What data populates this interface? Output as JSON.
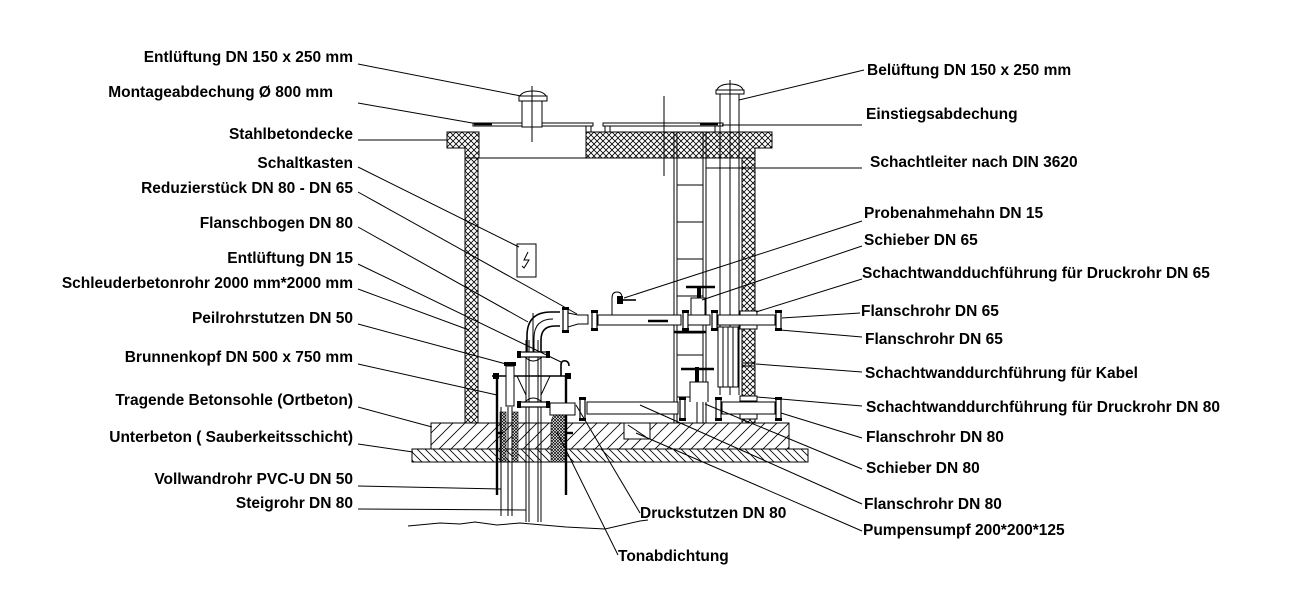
{
  "drawing": {
    "title": "Brunnenschacht – Schnitt",
    "labels_left": [
      {
        "id": "entlueftung-150",
        "text": "Entlüftung DN 150 x 250 mm"
      },
      {
        "id": "montageabdeckung",
        "text": "Montageabdechung Ø 800 mm"
      },
      {
        "id": "stahlbetondecke",
        "text": "Stahlbetondecke"
      },
      {
        "id": "schaltkasten",
        "text": "Schaltkasten"
      },
      {
        "id": "reduzierstueck",
        "text": "Reduzierstück DN 80 - DN 65"
      },
      {
        "id": "flanschbogen",
        "text": "Flanschbogen DN 80"
      },
      {
        "id": "entlueftung-15",
        "text": "Entlüftung DN 15"
      },
      {
        "id": "schleuderbetonrohr",
        "text": "Schleuderbetonrohr 2000 mm*2000 mm"
      },
      {
        "id": "peilrohrstutzen",
        "text": "Peilrohrstutzen DN 50"
      },
      {
        "id": "brunnenkopf",
        "text": "Brunnenkopf  DN 500 x 750 mm"
      },
      {
        "id": "betonsohle",
        "text": "Tragende Betonsohle (Ortbeton)"
      },
      {
        "id": "unterbeton",
        "text": "Unterbeton ( Sauberkeitsschicht)"
      },
      {
        "id": "vollwandrohr",
        "text": "Vollwandrohr PVC-U DN 50"
      },
      {
        "id": "steigrohr",
        "text": "Steigrohr DN 80"
      }
    ],
    "labels_right": [
      {
        "id": "belueftung",
        "text": "Belüftung DN 150 x 250 mm"
      },
      {
        "id": "einstiegsabdeckung",
        "text": "Einstiegsabdechung"
      },
      {
        "id": "schachtleiter",
        "text": "Schachtleiter nach DIN 3620"
      },
      {
        "id": "probenahmehahn",
        "text": "Probenahmehahn DN 15"
      },
      {
        "id": "schieber-65",
        "text": "Schieber DN 65"
      },
      {
        "id": "wanddurchfuehrung-65",
        "text": "Schachtwandduchführung für Druckrohr DN 65"
      },
      {
        "id": "flanschrohr-65-a",
        "text": "Flanschrohr DN 65"
      },
      {
        "id": "flanschrohr-65-b",
        "text": "Flanschrohr DN 65"
      },
      {
        "id": "wanddurchfuehrung-kabel",
        "text": "Schachtwanddurchführung  für Kabel"
      },
      {
        "id": "wanddurchfuehrung-80",
        "text": "Schachtwanddurchführung für Druckrohr DN 80"
      },
      {
        "id": "flanschrohr-80-a",
        "text": "Flanschrohr DN 80"
      },
      {
        "id": "schieber-80",
        "text": "Schieber DN 80"
      },
      {
        "id": "flanschrohr-80-b",
        "text": "Flanschrohr DN 80"
      },
      {
        "id": "pumpensumpf",
        "text": "Pumpensumpf 200*200*125"
      }
    ],
    "labels_bottom": [
      {
        "id": "druckstutzen",
        "text": "Druckstutzen DN 80"
      },
      {
        "id": "tonabdichtung",
        "text": "Tonabdichtung"
      }
    ],
    "icons": {
      "switchbox": "lightning-bolt-icon"
    }
  }
}
